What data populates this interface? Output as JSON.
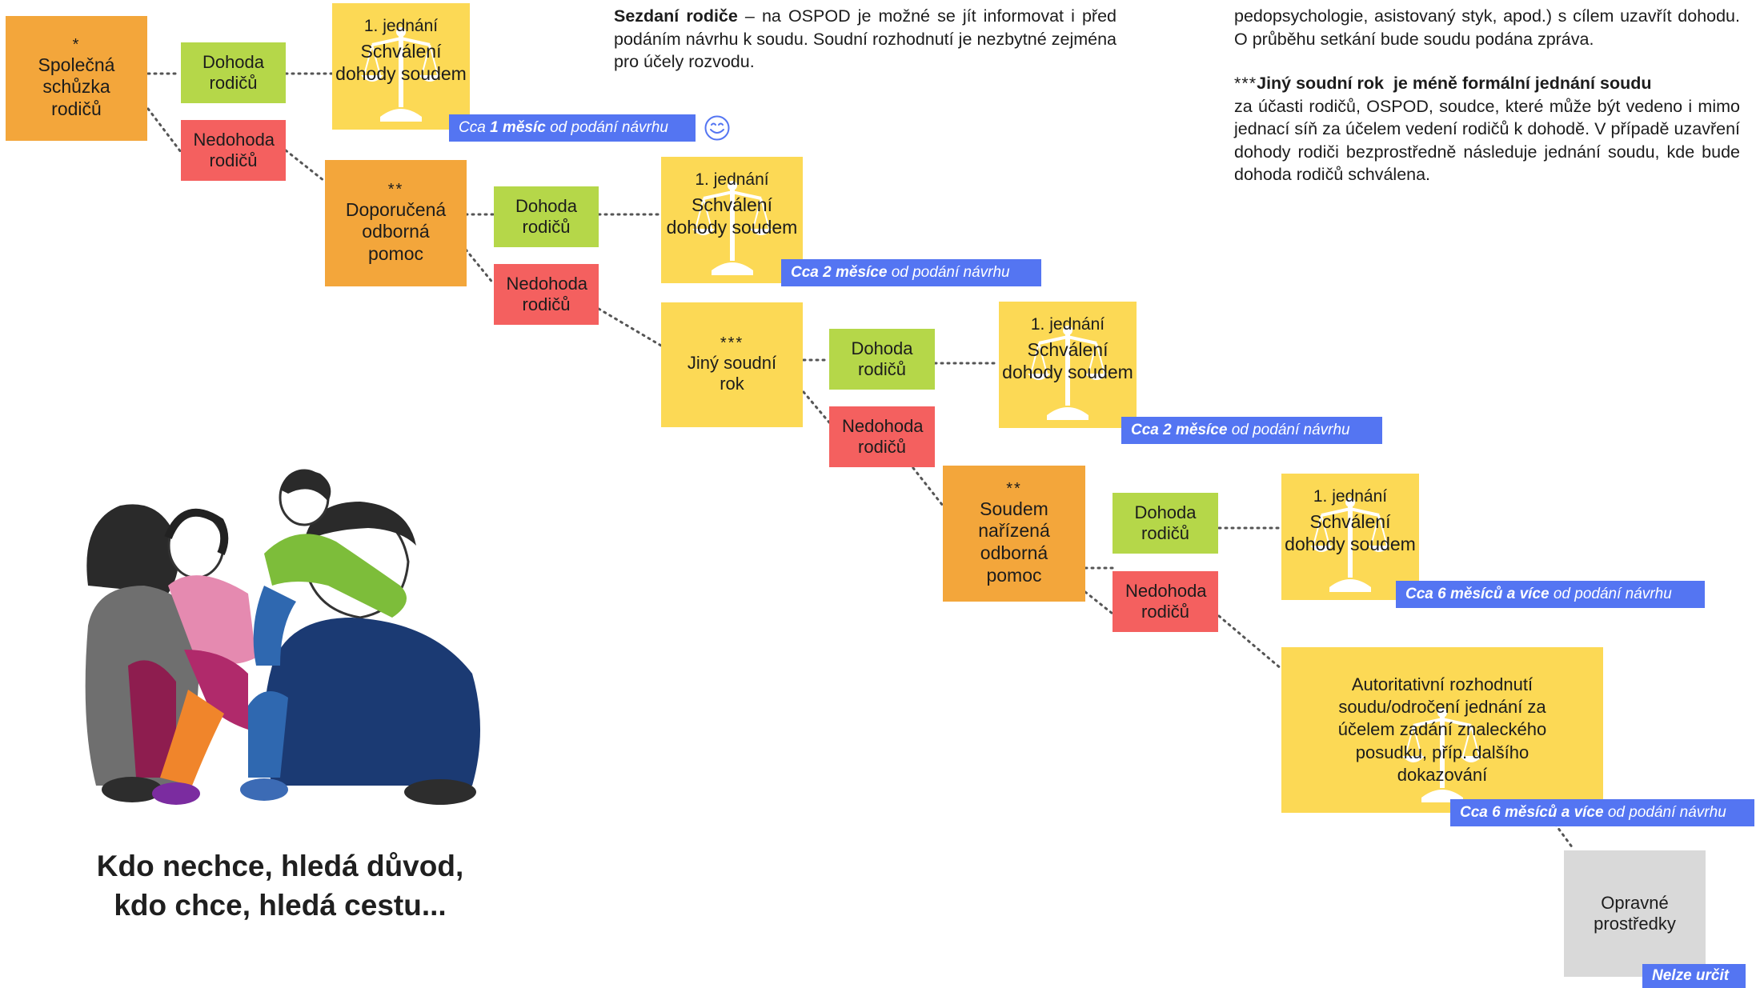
{
  "flow": {
    "start": {
      "stars": "*",
      "label": "Společná schůzka rodičů"
    },
    "level1": {
      "agree": "Dohoda rodičů",
      "disagree": "Nedohoda rodičů",
      "court": {
        "step": "1. jednání",
        "label": "Schválení dohody soudem"
      },
      "time": {
        "prefix": "Cca ",
        "strong": "1 měsíc",
        "suffix": " od podání návrhu"
      }
    },
    "level2": {
      "stars": "**",
      "label": "Doporučená odborná pomoc",
      "agree": "Dohoda rodičů",
      "disagree": "Nedohoda rodičů",
      "court": {
        "step": "1. jednání",
        "label": "Schválení dohody soudem"
      },
      "time": {
        "strong": "Cca 2 měsíce",
        "suffix": " od podání návrhu"
      }
    },
    "level3": {
      "stars": "***",
      "label": "Jiný soudní rok",
      "agree": "Dohoda rodičů",
      "disagree": "Nedohoda rodičů",
      "court": {
        "step": "1. jednání",
        "label": "Schválení dohody soudem"
      },
      "time": {
        "strong": "Cca 2 měsíce",
        "suffix": " od podání návrhu"
      }
    },
    "level4": {
      "stars": "**",
      "label": "Soudem nařízená odborná pomoc",
      "agree": "Dohoda rodičů",
      "disagree": "Nedohoda rodičů",
      "court": {
        "step": "1. jednání",
        "label": "Schválení dohody soudem"
      },
      "time": {
        "strong": "Cca 6 měsíců a více",
        "suffix": " od podání návrhu"
      }
    },
    "final": {
      "label": "Autoritativní rozhodnutí soudu/odročení jednání za účelem zadání znaleckého posudku, příp. dalšího dokazování",
      "time": {
        "strong": "Cca 6 měsíců a více",
        "suffix": " od podání návrhu"
      }
    },
    "appeal": {
      "label": "Opravné prostředky",
      "time": {
        "strong": "Nelze určit"
      }
    }
  },
  "notes": {
    "meeting": {
      "title": "Sezdaní rodiče",
      "text": " – na OSPOD je možné se jít informovat i před podáním návrhu k soudu. Soudní rozhodnutí je nezbytné zejména pro účely rozvodu."
    },
    "help_tail": "pedopsychologie, asistovaný styk, apod.) s cílem uzavřít dohodu. O průběhu setkání bude soudu podána zpráva.",
    "court_hearing": {
      "stars": "***",
      "title": "Jiný soudní rok  je méně formální jednání soudu",
      "text": "za účasti rodičů, OSPOD, soudce, které může být vedeno i mimo jednací síň za účelem vedení rodičů k dohodě. V případě uzavření dohody rodiči bezprostředně následuje jednání soudu, kde bude dohoda rodičů schválena."
    }
  },
  "illustration": {
    "icon": "family-illustration"
  },
  "motto": {
    "line1": "Kdo nechce, hledá důvod,",
    "line2": "kdo chce, hledá cestu..."
  },
  "colors": {
    "orange": "#f3a63b",
    "green": "#b5d749",
    "red": "#f4605f",
    "yellow": "#fcd955",
    "blue": "#5475f2",
    "grey": "#d9d9d9"
  }
}
